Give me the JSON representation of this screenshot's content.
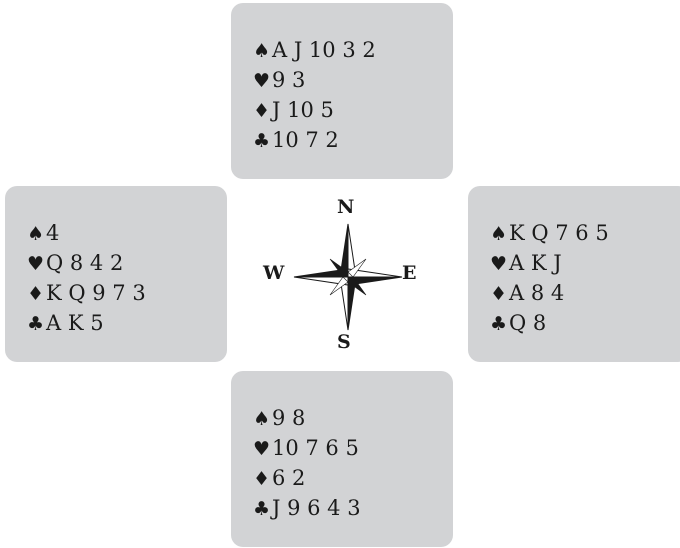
{
  "compass": {
    "north": "N",
    "south": "S",
    "east": "E",
    "west": "W"
  },
  "suits": {
    "spade": "♠",
    "heart": "♥",
    "diamond": "♦",
    "club": "♣"
  },
  "hands": {
    "north": {
      "spades": "A J 10 3 2",
      "hearts": "9 3",
      "diamonds": "J 10 5",
      "clubs": "10 7 2"
    },
    "west": {
      "spades": "4",
      "hearts": "Q 8 4 2",
      "diamonds": "K Q 9 7 3",
      "clubs": "A K 5"
    },
    "east": {
      "spades": "K Q 7 6 5",
      "hearts": "A K J",
      "diamonds": "A 8 4",
      "clubs": "Q 8"
    },
    "south": {
      "spades": "9 8",
      "hearts": "10 7 6 5",
      "diamonds": "6 2",
      "clubs": "J 9 6 4 3"
    }
  }
}
